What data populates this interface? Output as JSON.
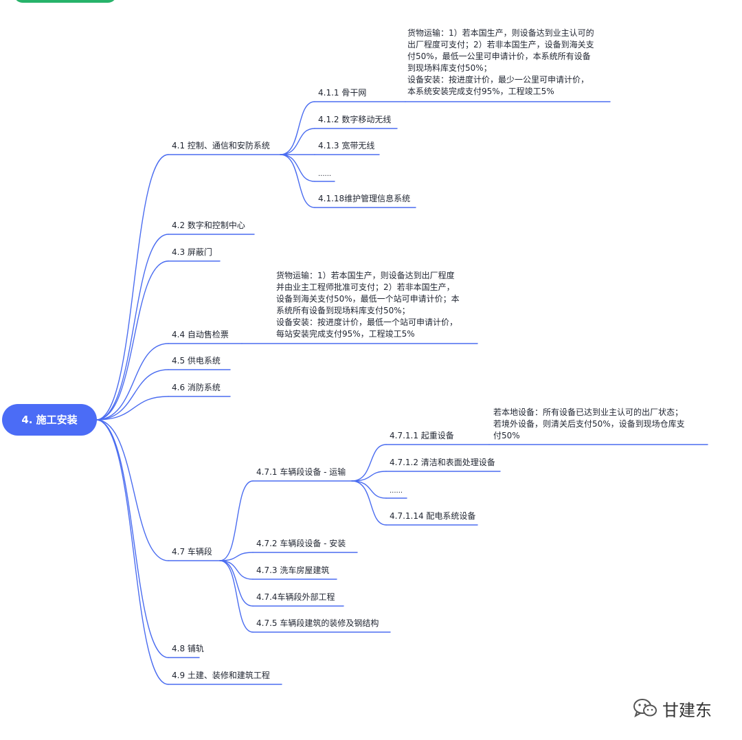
{
  "root": "4. 施工安装",
  "branches": {
    "b41": "4.1 控制、通信和安防系统",
    "b411": "4.1.1 骨干网",
    "b412": "4.1.2 数字移动无线",
    "b413": "4.1.3 宽带无线",
    "b41e": "......",
    "b4118": "4.1.18维护管理信息系统",
    "b42": "4.2 数字和控制中心",
    "b43": "4.3 屏蔽门",
    "b44": "4.4 自动售检票",
    "b45": "4.5 供电系统",
    "b46": "4.6 消防系统",
    "b47": "4.7 车辆段",
    "b471": "4.7.1 车辆段设备 - 运输",
    "b4711": "4.7.1.1 起重设备",
    "b4712": "4.7.1.2 清洁和表面处理设备",
    "b471e": "......",
    "b47114": "4.7.1.14 配电系统设备",
    "b472": "4.7.2 车辆段设备 - 安装",
    "b473": "4.7.3 洗车房屋建筑",
    "b474": "4.7.4车辆段外部工程",
    "b475": "4.7.5 车辆段建筑的装修及钢结构",
    "b48": "4.8 铺轨",
    "b49": "4.9 土建、装修和建筑工程"
  },
  "notes": {
    "n411": "货物运输：1）若本国生产，则设备达到业主认可的\n出厂程度可支付；2）若非本国生产，设备到海关支\n付50%，最低一公里可申请计价，本系统所有设备\n到现场料库支付50%；\n设备安装：按进度计价，最少一公里可申请计价，\n本系统安装完成支付95%，工程竣工5%",
    "n44": "货物运输：1）若本国生产，则设备达到出厂程度\n并由业主工程师批准可支付；2）若非本国生产，\n设备到海关支付50%，最低一个站可申请计价；本\n系统所有设备到现场料库支付50%；\n设备安装：按进度计价，最低一个站可申请计价，\n每站安装完成支付95%，工程竣工5%",
    "n4711": "若本地设备：所有设备已达到业主认可的出厂状态；\n若境外设备，则清关后支付50%，设备到现场仓库支\n付50%"
  },
  "watermark": "甘建东",
  "colors": {
    "accent": "#4b6cf6",
    "line": "#4a6cf0",
    "topbar": "#27b36a"
  }
}
